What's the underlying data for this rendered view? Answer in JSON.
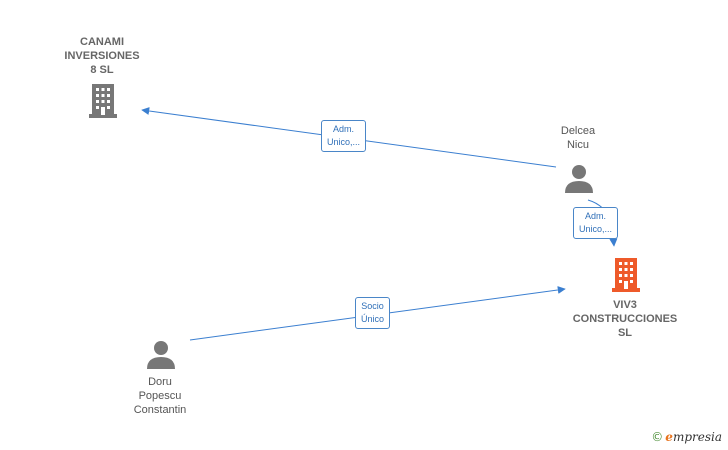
{
  "nodes": {
    "canami": {
      "lines": [
        "CANAMI",
        "INVERSIONES",
        "8  SL"
      ],
      "kind": "company",
      "color": "#777777"
    },
    "delcea": {
      "lines": [
        "Delcea",
        "Nicu"
      ],
      "kind": "person",
      "color": "#777777"
    },
    "viv3": {
      "lines": [
        "VIV3",
        "CONSTRUCCIONES",
        "SL"
      ],
      "kind": "company",
      "color": "#ee5a2a"
    },
    "doru": {
      "lines": [
        "Doru",
        "Popescu",
        "Constantin"
      ],
      "kind": "person",
      "color": "#777777"
    }
  },
  "edges": [
    {
      "from": "delcea",
      "to": "canami",
      "label": [
        "Adm.",
        "Unico,..."
      ]
    },
    {
      "from": "delcea",
      "to": "viv3",
      "label": [
        "Adm.",
        "Unico,..."
      ]
    },
    {
      "from": "doru",
      "to": "viv3",
      "label": [
        "Socio",
        "Único"
      ]
    }
  ],
  "colors": {
    "edge": "#3b7fd0",
    "edge_label_border": "#4a86c8"
  },
  "brand": {
    "copyright": "©",
    "e_letter": "e",
    "name": "mpresia"
  }
}
